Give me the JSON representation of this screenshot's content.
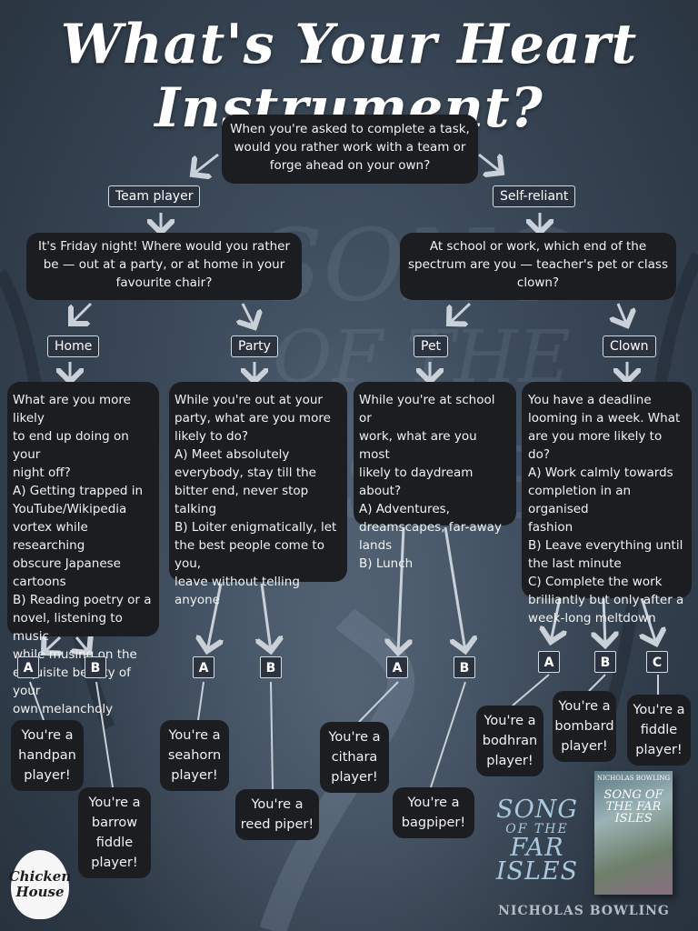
{
  "title": "What's Your Heart Instrument?",
  "questions": {
    "q1": "When you're asked to complete a task,\nwould you rather work with a team or\nforge ahead on your own?",
    "q_team": "It's Friday night! Where would you rather\nbe — out at a party, or at home in your\nfavourite chair?",
    "q_self": "At school or work, which end of the\nspectrum are you — teacher's pet or class\nclown?",
    "q_home": "What are you more likely\nto end up doing on your\nnight off?\n A) Getting trapped in\nYouTube/Wikipedia\nvortex while researching\nobscure Japanese\ncartoons\n B) Reading poetry or a\nnovel, listening to music\nwhile musing on the\nexquisite beauty of your\nown melancholy",
    "q_party": "While you're out at your\nparty, what are you more\nlikely to do?\n A) Meet absolutely\neverybody, stay till the\nbitter end, never stop\ntalking\n B) Loiter enigmatically, let\nthe best people come to you,\nleave without telling anyone",
    "q_pet": "While you're at school or\nwork, what are you most\nlikely to daydream about?\n A) Adventures,\ndreamscapes, far-away\nlands\n B) Lunch",
    "q_clown": "You have a deadline\nlooming in a week. What\nare you more likely to do?\n A) Work calmly towards\ncompletion in an organised\nfashion\n B) Leave everything until\nthe last minute\n C) Complete the work\nbrilliantly but only after a\nweek-long meltdown"
  },
  "tags": {
    "team": "Team player",
    "self": "Self-reliant",
    "home": "Home",
    "party": "Party",
    "pet": "Pet",
    "clown": "Clown"
  },
  "letters": {
    "a": "A",
    "b": "B",
    "c": "C"
  },
  "results": {
    "handpan": "You're a\nhandpan\nplayer!",
    "barrow": "You're a\nbarrow\nfiddle\nplayer!",
    "seahorn": "You're a\nseahorn\nplayer!",
    "reed": "You're a\nreed piper!",
    "cithara": "You're a\ncithara\nplayer!",
    "bagpiper": "You're a\nbagpiper!",
    "bodhran": "You're a\nbodhran\nplayer!",
    "bombard": "You're a\nbombard\nplayer!",
    "fiddle": "You're a\nfiddle\nplayer!"
  },
  "branding": {
    "publisher_line1": "Chicken",
    "publisher_line2": "House",
    "book_title_line1": "SONG",
    "book_title_line2": "OF THE",
    "book_title_line3": "FAR",
    "book_title_line4": "ISLES",
    "author": "NICHOLAS BOWLING",
    "cover_author": "NICHOLAS BOWLING",
    "cover_title": "SONG OF THE FAR ISLES"
  },
  "colors": {
    "box_bg": "#1b1d21",
    "tag_border": "#d4dae2",
    "line": "#c9d0d8",
    "book_title": "#a9c9de"
  }
}
